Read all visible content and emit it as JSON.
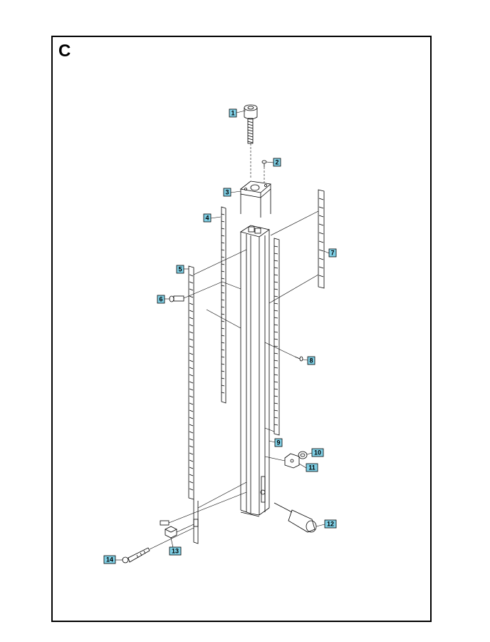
{
  "section_letter": "C",
  "colors": {
    "callout_box": "#7fd0e6",
    "line": "#000000"
  },
  "callouts": [
    "1",
    "2",
    "3",
    "4",
    "5",
    "6",
    "7",
    "8",
    "9",
    "10",
    "11",
    "12",
    "13",
    "14"
  ]
}
